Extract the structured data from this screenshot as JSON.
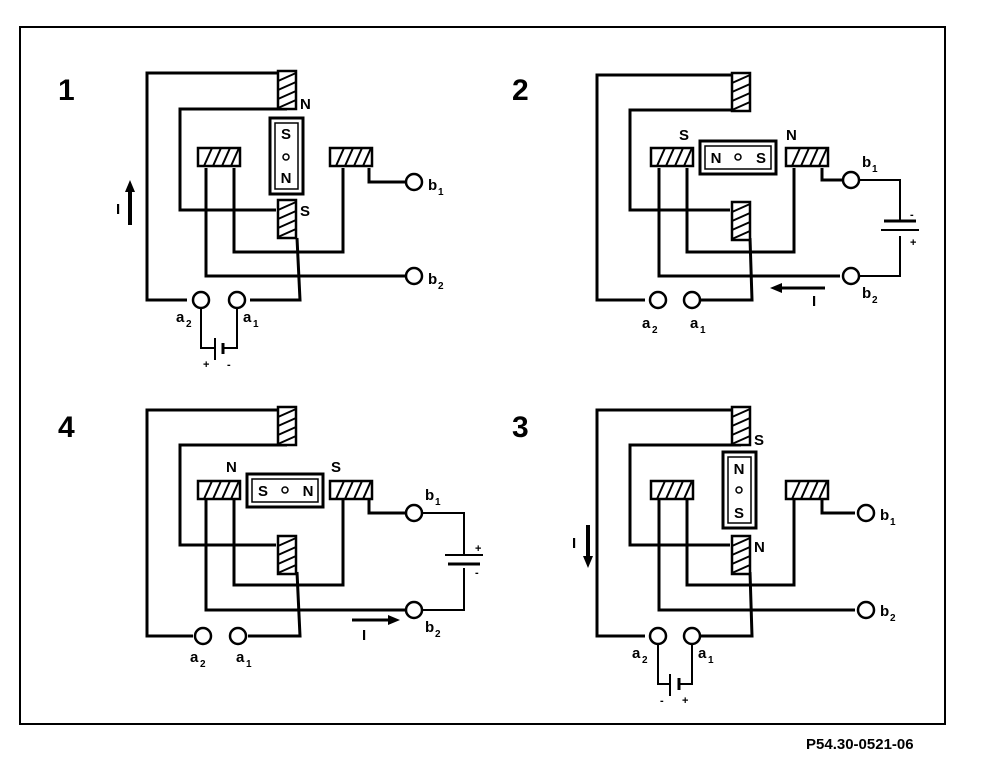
{
  "reference": "P54.30-0521-06",
  "panels": [
    {
      "number": "1",
      "pole_top": "N",
      "pole_bottom": "S",
      "magnet_top": "S",
      "magnet_bottom": "N",
      "term_a2": "a",
      "term_a2_sub": "2",
      "term_a1": "a",
      "term_a1_sub": "1",
      "term_b1": "b",
      "term_b1_sub": "1",
      "term_b2": "b",
      "term_b2_sub": "2",
      "current": "I",
      "bat_left": "+",
      "bat_right": "-"
    },
    {
      "number": "2",
      "pole_left": "S",
      "pole_right": "N",
      "magnet_left": "N",
      "magnet_right": "S",
      "term_a2": "a",
      "term_a2_sub": "2",
      "term_a1": "a",
      "term_a1_sub": "1",
      "term_b1": "b",
      "term_b1_sub": "1",
      "term_b2": "b",
      "term_b2_sub": "2",
      "current": "I",
      "bat_top": "-",
      "bat_bottom": "+"
    },
    {
      "number": "3",
      "pole_top": "S",
      "pole_bottom": "N",
      "magnet_top": "N",
      "magnet_bottom": "S",
      "term_a2": "a",
      "term_a2_sub": "2",
      "term_a1": "a",
      "term_a1_sub": "1",
      "term_b1": "b",
      "term_b1_sub": "1",
      "term_b2": "b",
      "term_b2_sub": "2",
      "current": "I",
      "bat_left": "-",
      "bat_right": "+"
    },
    {
      "number": "4",
      "pole_left": "N",
      "pole_right": "S",
      "magnet_left": "S",
      "magnet_right": "N",
      "term_a2": "a",
      "term_a2_sub": "2",
      "term_a1": "a",
      "term_a1_sub": "1",
      "term_b1": "b",
      "term_b1_sub": "1",
      "term_b2": "b",
      "term_b2_sub": "2",
      "current": "I",
      "bat_top": "+",
      "bat_bottom": "-"
    }
  ]
}
